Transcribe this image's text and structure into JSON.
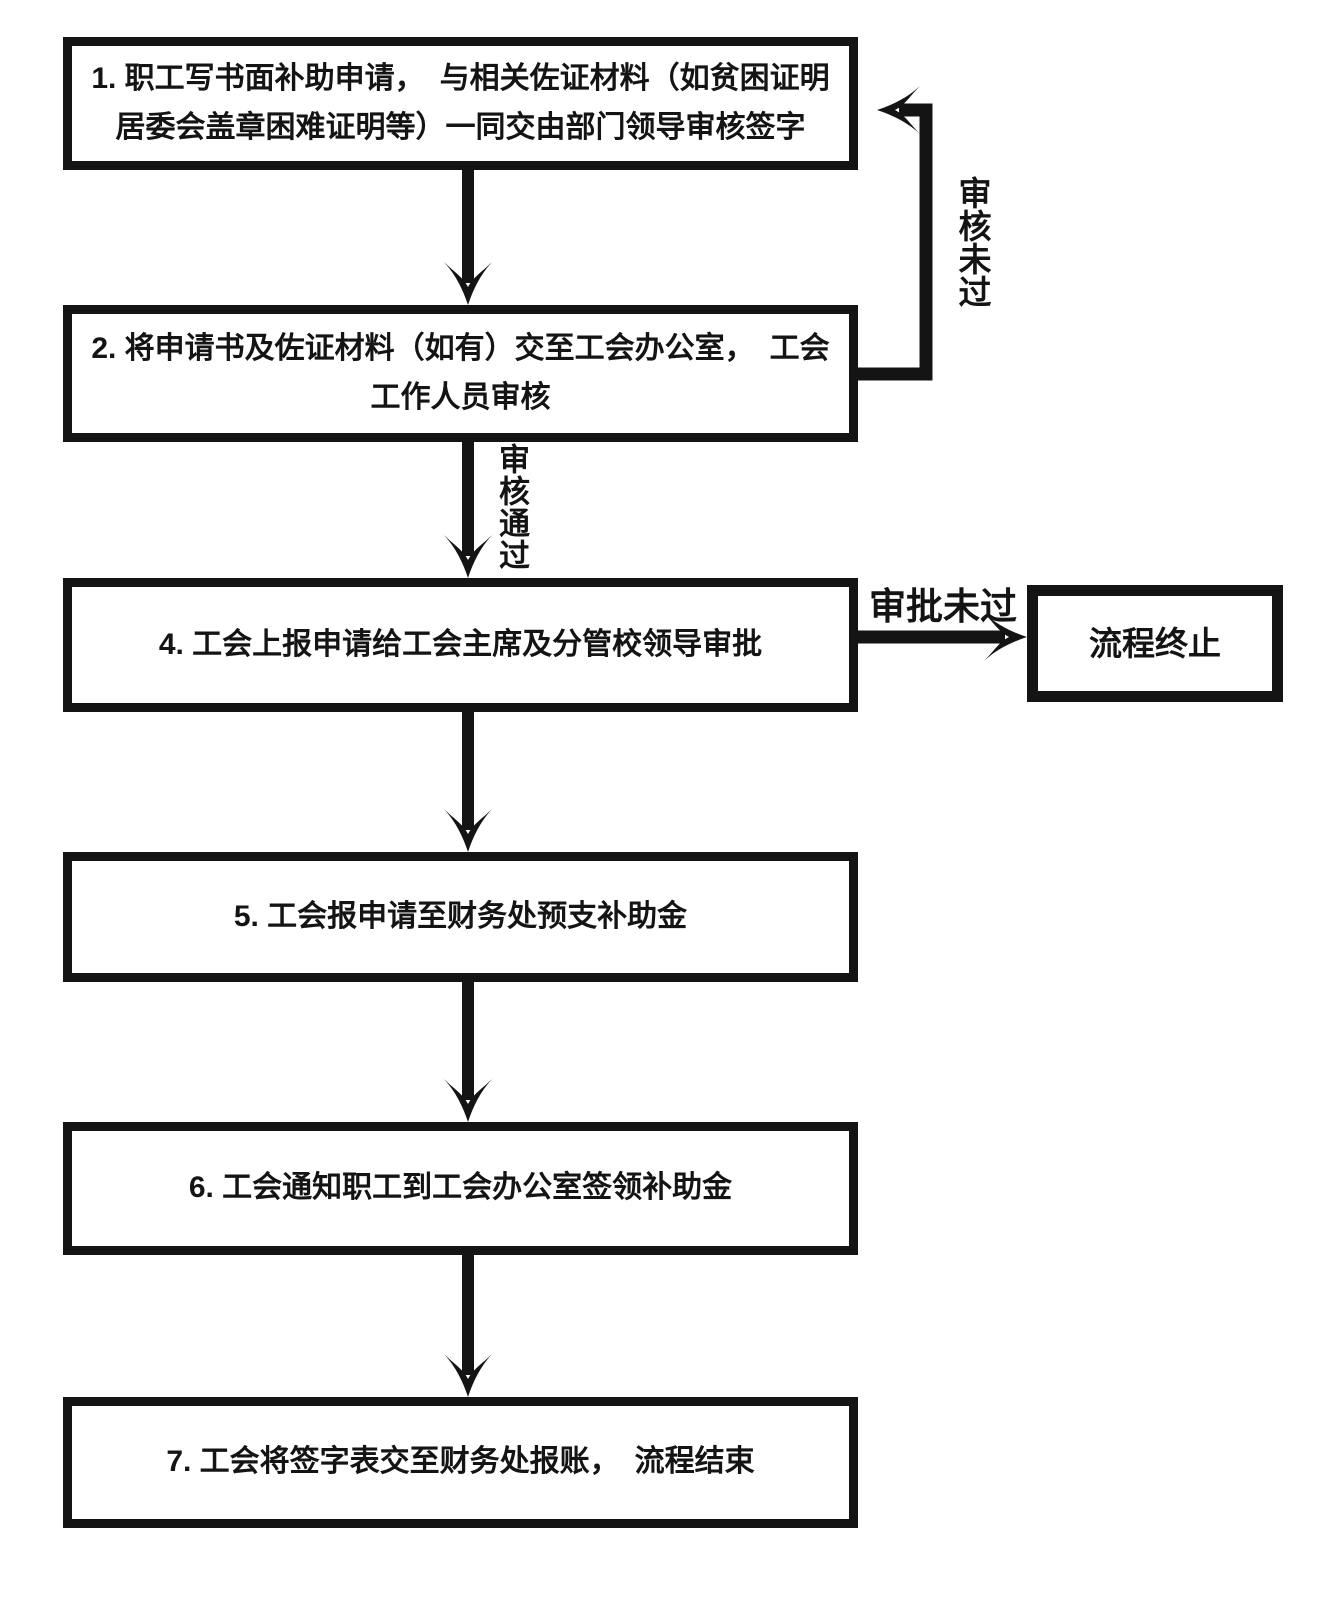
{
  "flowchart": {
    "steps": [
      {
        "id": "1",
        "text": "1. 职工写书面补助申请，　与相关佐证材料（如贫困证明居委会盖章困难证明等）一同交由部门领导审核签字"
      },
      {
        "id": "2",
        "text": "2. 将申请书及佐证材料（如有）交至工会办公室，　工会工作人员审核"
      },
      {
        "id": "4",
        "text": "4. 工会上报申请给工会主席及分管校领导审批"
      },
      {
        "id": "5",
        "text": "5. 工会报申请至财务处预支补助金"
      },
      {
        "id": "6",
        "text": "6. 工会通知职工到工会办公室签领补助金"
      },
      {
        "id": "7",
        "text": "7. 工会将签字表交至财务处报账，　流程结束"
      }
    ],
    "terminal": {
      "text": "流程终止"
    },
    "edge_labels": {
      "review_failed": "审核未过",
      "review_passed": "审核通过",
      "approval_failed": "审批未过"
    },
    "colors": {
      "line": "#141414",
      "text": "#141414",
      "background": "#ffffff"
    }
  }
}
